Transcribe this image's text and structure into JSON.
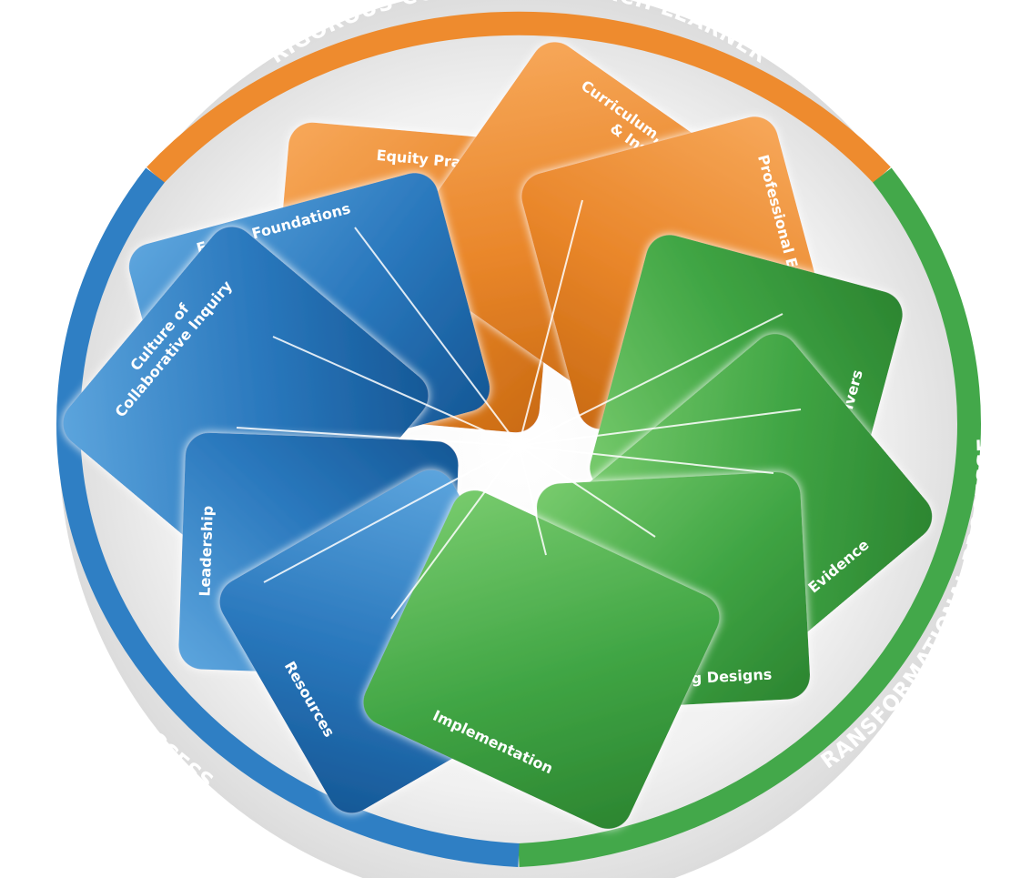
{
  "ring_labels": {
    "top": "RIGOROUS CONTENT FOR EACH LEARNER",
    "left": "CONDITIONS FOR SUCCESS",
    "right": "TRANSFORMATIONAL PROCESSES"
  },
  "colors": {
    "orange": "#ee8b2e",
    "blue": "#2f7fc4",
    "green": "#43a84a"
  },
  "cards": {
    "equity_practices": "Equity Practices",
    "curriculum_line1": "Curriculum, Assessment,",
    "curriculum_line2": "& Instruction",
    "professional_expertise": "Professional Expertise",
    "equity_foundations": "Equity Foundations",
    "culture_line1": "Culture of",
    "culture_line2": "Collaborative Inquiry",
    "leadership": "Leadership",
    "resources": "Resources",
    "equity_drivers": "Equity Drivers",
    "evidence": "Evidence",
    "learning_designs": "Learning Designs",
    "implementation": "Implementation"
  }
}
